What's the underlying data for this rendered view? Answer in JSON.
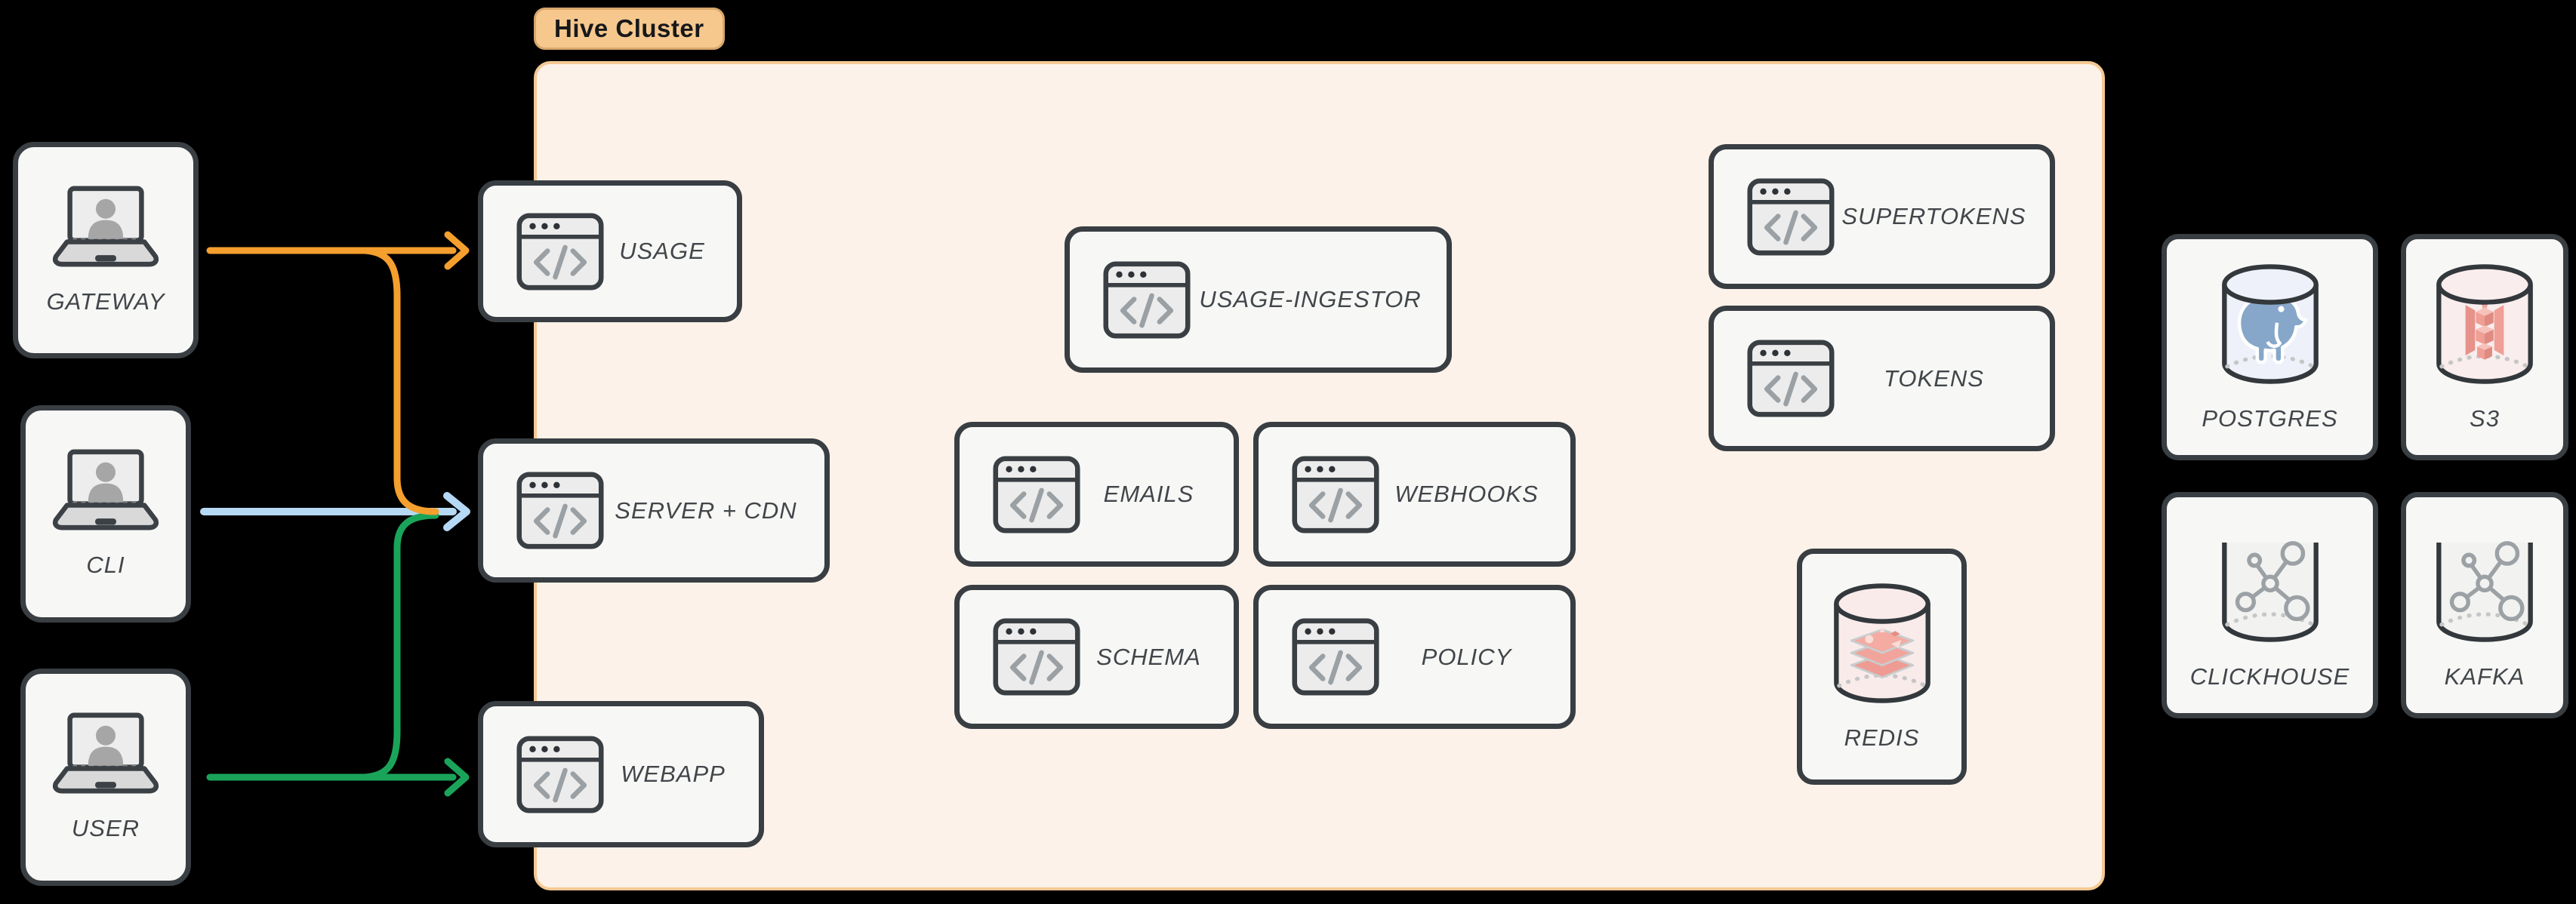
{
  "cluster": {
    "label": "Hive Cluster"
  },
  "clients": [
    {
      "label": "GATEWAY"
    },
    {
      "label": "CLI"
    },
    {
      "label": "USER"
    }
  ],
  "services": {
    "usage": {
      "label": "USAGE"
    },
    "server_cdn": {
      "label": "SERVER + CDN"
    },
    "webapp": {
      "label": "WEBAPP"
    },
    "usage_ingestor": {
      "label": "USAGE-INGESTOR"
    },
    "emails": {
      "label": "EMAILS"
    },
    "webhooks": {
      "label": "WEBHOOKS"
    },
    "schema": {
      "label": "SCHEMA"
    },
    "policy": {
      "label": "POLICY"
    },
    "supertokens": {
      "label": "SUPERTOKENS"
    },
    "tokens": {
      "label": "TOKENS"
    },
    "redis": {
      "label": "REDIS"
    }
  },
  "databases": [
    {
      "label": "POSTGRES"
    },
    {
      "label": "S3"
    },
    {
      "label": "CLICKHOUSE"
    },
    {
      "label": "KAFKA"
    }
  ],
  "edges": [
    {
      "from": "GATEWAY",
      "to": "USAGE",
      "color": "#f59f2e"
    },
    {
      "from": "GATEWAY",
      "to": "SERVER + CDN",
      "color": "#f59f2e"
    },
    {
      "from": "CLI",
      "to": "SERVER + CDN",
      "color": "#b5d8f5"
    },
    {
      "from": "USER",
      "to": "SERVER + CDN",
      "color": "#1aa45a"
    },
    {
      "from": "USER",
      "to": "WEBAPP",
      "color": "#1aa45a"
    }
  ],
  "colors": {
    "background": "#000000",
    "node_fill": "#f7f8f6",
    "node_border": "#393e43",
    "cluster_fill": "#fdf2e9",
    "cluster_border": "#f5c994",
    "pill_fill": "#f6c88e",
    "label_text": "#42464a",
    "arrow_orange": "#f59f2e",
    "arrow_green": "#1aa45a",
    "arrow_blue": "#b5d8f5"
  }
}
